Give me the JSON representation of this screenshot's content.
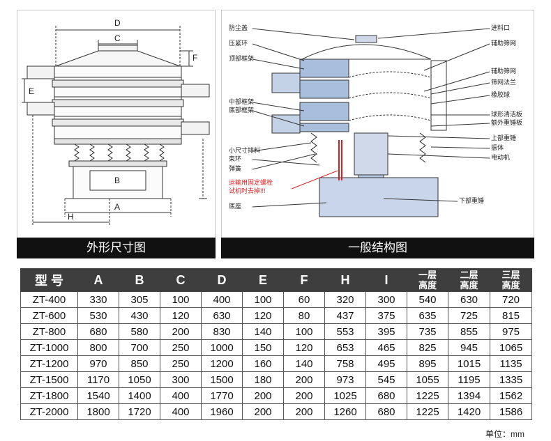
{
  "captions": {
    "left": "外形尺寸图",
    "right": "一般结构图"
  },
  "outline_dims": {
    "d": "D",
    "c": "C",
    "f": "F",
    "e": "E",
    "b": "B",
    "a": "A",
    "h": "H"
  },
  "structure_labels": {
    "left": [
      "防尘盖",
      "压紧环",
      "顶部框架",
      "中部框架",
      "底部框架",
      "小尺寸排料",
      "束环",
      "弹簧",
      "底座"
    ],
    "right": [
      "进料口",
      "辅助筛网",
      "辅助筛网",
      "筛网法兰",
      "橡胶球",
      "球形清洁板",
      "额外重锤板",
      "上部重锤",
      "振体",
      "电动机",
      "下部重锤"
    ],
    "warning": [
      "运输用固定螺栓",
      "试机时去掉!!!"
    ]
  },
  "table": {
    "headers": [
      "型  号",
      "A",
      "B",
      "C",
      "D",
      "E",
      "F",
      "H",
      "I",
      "一层|高度",
      "二层|高度",
      "三层|高度"
    ],
    "rows": [
      [
        "ZT-400",
        "330",
        "305",
        "100",
        "400",
        "100",
        "60",
        "320",
        "300",
        "540",
        "630",
        "720"
      ],
      [
        "ZT-600",
        "530",
        "430",
        "120",
        "630",
        "120",
        "80",
        "437",
        "375",
        "635",
        "725",
        "815"
      ],
      [
        "ZT-800",
        "680",
        "580",
        "200",
        "830",
        "140",
        "100",
        "553",
        "395",
        "735",
        "855",
        "975"
      ],
      [
        "ZT-1000",
        "800",
        "700",
        "250",
        "1000",
        "150",
        "120",
        "653",
        "465",
        "825",
        "945",
        "1065"
      ],
      [
        "ZT-1200",
        "970",
        "850",
        "250",
        "1200",
        "160",
        "140",
        "758",
        "495",
        "895",
        "1015",
        "1135"
      ],
      [
        "ZT-1500",
        "1170",
        "1050",
        "300",
        "1500",
        "180",
        "200",
        "973",
        "545",
        "1055",
        "1195",
        "1335"
      ],
      [
        "ZT-1800",
        "1540",
        "1400",
        "400",
        "1770",
        "200",
        "200",
        "1025",
        "680",
        "1225",
        "1394",
        "1562"
      ],
      [
        "ZT-2000",
        "1800",
        "1720",
        "400",
        "1960",
        "200",
        "200",
        "1260",
        "680",
        "1225",
        "1420",
        "1586"
      ]
    ]
  },
  "unit_note": "单位：mm"
}
